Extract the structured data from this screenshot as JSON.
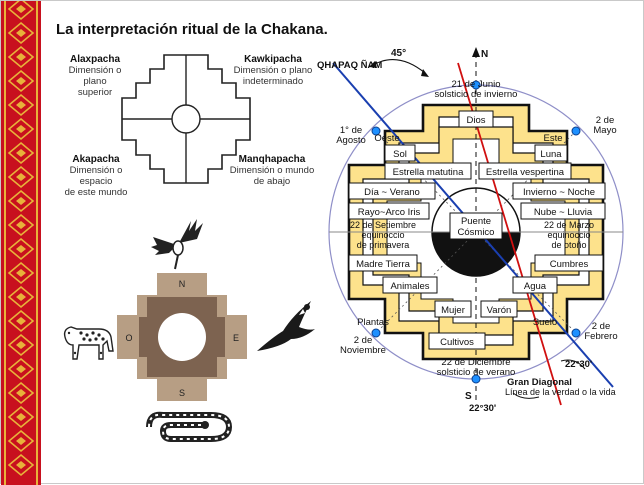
{
  "slide": {
    "title": "La interpretación ritual de la Chakana.",
    "colors": {
      "border_red": "#c8101e",
      "border_gold": "#e8b23a",
      "chakana_yellow": "#fde28c",
      "line_blue": "#1a3fb0",
      "line_red": "#d01010",
      "node_blue": "#1e90ff"
    }
  },
  "quadrants": {
    "alaxpacha": {
      "name": "Alaxpacha",
      "desc": [
        "Dimensión o plano",
        "superior"
      ]
    },
    "kawkipacha": {
      "name": "Kawkipacha",
      "desc": [
        "Dimensión o plano",
        "indeterminado"
      ]
    },
    "akapacha": {
      "name": "Akapacha",
      "desc": [
        "Dimensión o espacio",
        "de este mundo"
      ]
    },
    "manqhapacha": {
      "name": "Manqhapacha",
      "desc": [
        "Dimensión o mundo",
        "de abajo"
      ]
    }
  },
  "cross": {
    "north": "N",
    "south": "S",
    "east": "E",
    "west": "O"
  },
  "icons": [
    "hummingbird-icon",
    "jaguar-icon",
    "condor-icon",
    "serpent-icon"
  ],
  "diagram": {
    "qhapaq_nam": "QHAPAQ ÑAM",
    "angle_45": "45°",
    "north": "N",
    "south": "S",
    "june": [
      "21 de Junio",
      "solsticio de invierno"
    ],
    "december": [
      "22 de Diciembre",
      "solsticio de verano"
    ],
    "august": [
      "1° de",
      "Agosto"
    ],
    "may": [
      "2 de",
      "Mayo"
    ],
    "february": [
      "2 de",
      "Febrero"
    ],
    "november": [
      "2 de",
      "Noviembre"
    ],
    "oeste": "Oeste",
    "este": "Este",
    "plantas": "Plantas",
    "suelo": "Suelo",
    "boxes": {
      "dios": "Dios",
      "sol": "Sol",
      "luna": "Luna",
      "estrella_matutina": "Estrella matutina",
      "estrella_vespertina": "Estrella vespertina",
      "dia_verano": "Día ~ Verano",
      "invierno_noche": "Invierno ~ Noche",
      "rayo_arco_iris": "Rayo~Arco Iris",
      "nube_lluvia": "Nube ~ Lluvia",
      "madre_tierra": "Madre Tierra",
      "cumbres": "Cumbres",
      "animales": "Animales",
      "agua": "Agua",
      "mujer": "Mujer",
      "varon": "Varón",
      "cultivos": "Cultivos"
    },
    "setiembre": [
      "22 de Setiembre",
      "equinoccio",
      "de primavera"
    ],
    "marzo": [
      "22 de Marzo",
      "equinoccio",
      "de otoño"
    ],
    "puente": [
      "Puente",
      "Cósmico"
    ],
    "gran_diagonal": "Gran Diagonal",
    "linea": "Línea de la verdad o la vida",
    "angle_22_a": "22°30'",
    "angle_22_b": "22°30'"
  }
}
